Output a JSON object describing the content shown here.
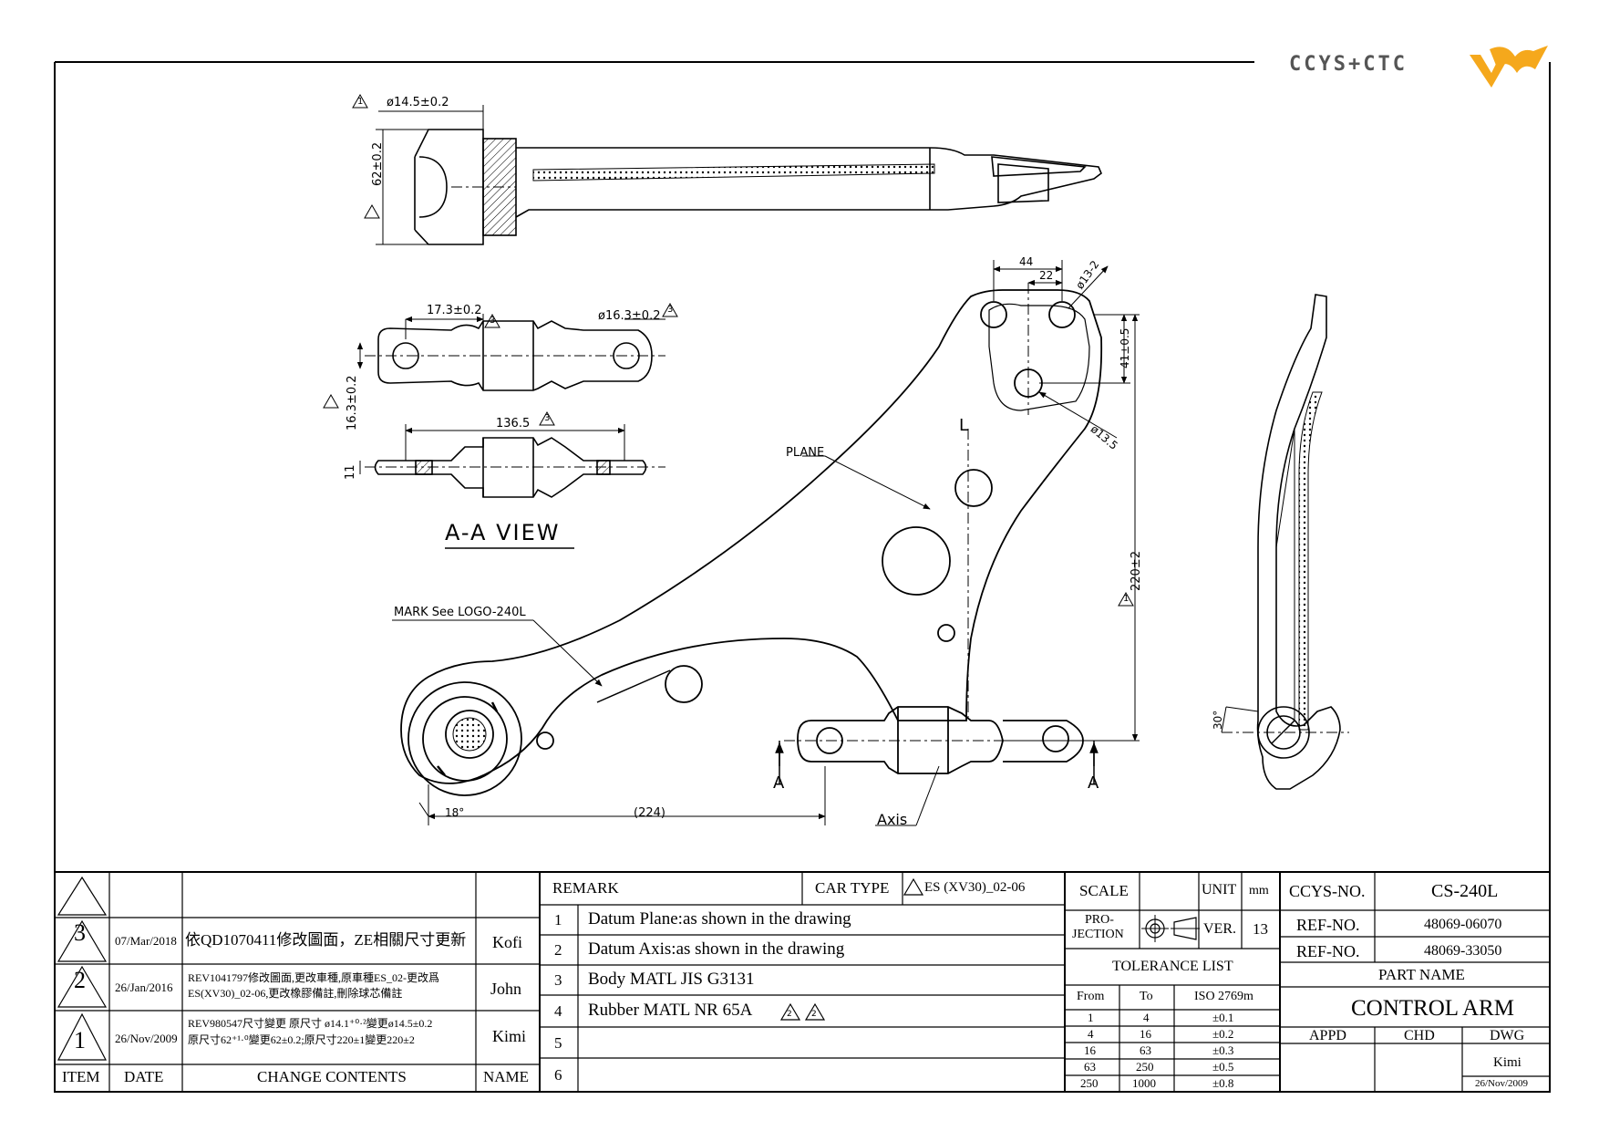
{
  "brand": {
    "logo_text": "CCYS+CTC",
    "logo_color": "#f5a81c"
  },
  "dimensions": {
    "bushing_dia": "ø14.5±0.2",
    "bushing_height": "62±0.2",
    "bushing_length": "17.3±0.2",
    "bushing_dia2": "ø16.3±0.2",
    "bushing_side": "16.3±0.2",
    "shaft_length": "136.5",
    "shaft_thickness": "11",
    "hole_spacing": "44",
    "hole_half": "22",
    "hole_dia": "ø13-2",
    "vertical_41": "41±0.5",
    "hole_dia2": "ø13.5",
    "height_220": "220±2",
    "length_224": "(224)",
    "angle_18": "18°",
    "angle_30": "30°"
  },
  "labels": {
    "section_view": "A-A VIEW",
    "plane": "PLANE",
    "mark_logo": "MARK See LOGO-240L",
    "side_l": "L",
    "axis": "Axis",
    "section_a_left": "A",
    "section_a_right": "A",
    "rev_markers": [
      "1",
      "3",
      "3",
      "3",
      "1"
    ]
  },
  "revisions": [
    {
      "item": "3",
      "date": "07/Mar/2018",
      "change": "依QD1070411修改圖面，ZE相關尺寸更新",
      "name": "Kofi"
    },
    {
      "item": "2",
      "date": "26/Jan/2016",
      "change_line1": "REV1041797修改圖面,更改車種,原車種ES_02-更改爲",
      "change_line2": "ES(XV30)_02-06,更改橡膠備註,刪除球芯備註",
      "name": "John"
    },
    {
      "item": "1",
      "date": "26/Nov/2009",
      "change_line1": "REV980547尺寸變更 原尺寸 ø14.1⁺⁰·²變更ø14.5±0.2",
      "change_line2": "原尺寸62⁺¹·⁰變更62±0.2;原尺寸220±1變更220±2",
      "name": "Kimi"
    }
  ],
  "revision_headers": {
    "item": "ITEM",
    "date": "DATE",
    "change": "CHANGE CONTENTS",
    "name": "NAME"
  },
  "remarks": {
    "header": "REMARK",
    "car_type_label": "CAR TYPE",
    "car_type_value": "ES (XV30)_02-06",
    "items": [
      {
        "no": "1",
        "text": "Datum Plane:as shown in the drawing"
      },
      {
        "no": "2",
        "text": "Datum Axis:as shown in the drawing"
      },
      {
        "no": "3",
        "text": "Body MATL JIS G3131"
      },
      {
        "no": "4",
        "text": "Rubber MATL NR 65A"
      },
      {
        "no": "5",
        "text": ""
      },
      {
        "no": "6",
        "text": ""
      }
    ],
    "rubber_markers": [
      "2",
      "2"
    ]
  },
  "title_block": {
    "scale_label": "SCALE",
    "unit_label": "UNIT",
    "unit_value": "mm",
    "projection_label_1": "PRO-",
    "projection_label_2": "JECTION",
    "ver_label": "VER.",
    "ver_value": "13",
    "tolerance_title": "TOLERANCE LIST",
    "tol_headers": {
      "from": "From",
      "to": "To",
      "std": "ISO 2769m"
    },
    "tolerances": [
      {
        "from": "1",
        "to": "4",
        "tol": "±0.1"
      },
      {
        "from": "4",
        "to": "16",
        "tol": "±0.2"
      },
      {
        "from": "16",
        "to": "63",
        "tol": "±0.3"
      },
      {
        "from": "63",
        "to": "250",
        "tol": "±0.5"
      },
      {
        "from": "250",
        "to": "1000",
        "tol": "±0.8"
      }
    ],
    "ccys_label": "CCYS-NO.",
    "ccys_value": "CS-240L",
    "ref1_label": "REF-NO.",
    "ref1_value": "48069-06070",
    "ref2_label": "REF-NO.",
    "ref2_value": "48069-33050",
    "part_name_label": "PART NAME",
    "part_name_value": "CONTROL ARM",
    "appd": "APPD",
    "chd": "CHD",
    "dwg": "DWG",
    "dwg_name": "Kimi",
    "dwg_date": "26/Nov/2009"
  }
}
